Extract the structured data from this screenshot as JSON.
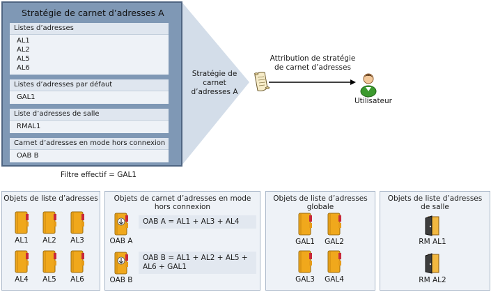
{
  "policy": {
    "title": "Stratégie de carnet d’adresses A",
    "sections": [
      {
        "header": "Listes d’adresses",
        "items": [
          "AL1",
          "AL2",
          "AL5",
          "AL6"
        ]
      },
      {
        "header": "Listes d’adresses par défaut",
        "items": [
          "GAL1"
        ]
      },
      {
        "header": "Liste d’adresses de salle",
        "items": [
          "RMAL1"
        ]
      },
      {
        "header": "Carnet d’adresses en mode hors connexion",
        "items": [
          "OAB B"
        ]
      }
    ],
    "effective_filter": "Filtre effectif = GAL1"
  },
  "flow": {
    "policy_label": "Stratégie de carnet d’adresses A",
    "assignment_label": "Attribution de stratégie de carnet d’adresses",
    "user_label": "Utilisateur"
  },
  "groups": {
    "address_lists": {
      "title": "Objets de liste d’adresses",
      "items": [
        "AL1",
        "AL2",
        "AL3",
        "AL4",
        "AL5",
        "AL6"
      ]
    },
    "offline_books": {
      "title": "Objets de carnet d’adresses en mode hors connexion",
      "items": [
        {
          "label": "OAB A",
          "formula": "OAB A = AL1 + AL3 + AL4"
        },
        {
          "label": "OAB B",
          "formula": "OAB B = AL1 + AL2 + AL5 + AL6 + GAL1"
        }
      ]
    },
    "global_lists": {
      "title": "Objets de liste d’adresses globale",
      "items": [
        "GAL1",
        "GAL2",
        "GAL3",
        "GAL4"
      ]
    },
    "room_lists": {
      "title": "Objets de liste d’adresses de salle",
      "items": [
        "RM AL1",
        "RM AL2"
      ]
    }
  },
  "colors": {
    "panel_fill": "#7f98b5",
    "callout_fill": "#d3dde9",
    "book_cover": "#f0a81c",
    "book_tab": "#c8283a"
  }
}
